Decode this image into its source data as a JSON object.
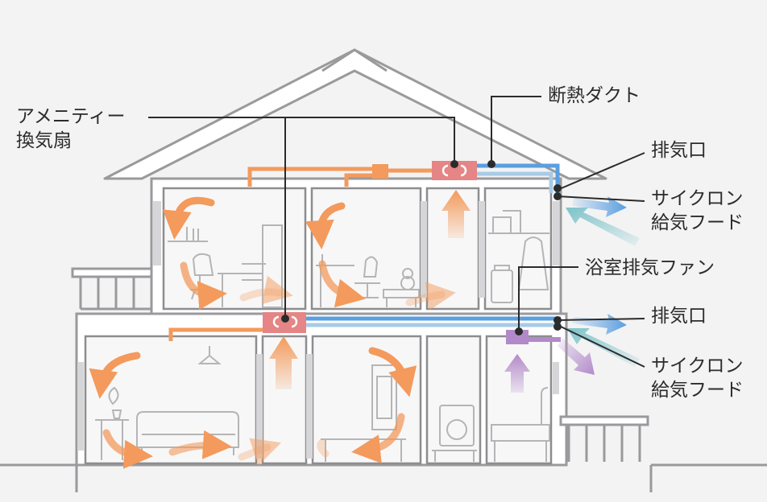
{
  "labels": {
    "amenity_fan": [
      "アメニティー",
      "換気扇"
    ],
    "insulated_duct": "断熱ダクト",
    "exhaust_port_upper": "排気口",
    "cyclone_hood_upper": [
      "サイクロン",
      "給気フード"
    ],
    "bathroom_fan": "浴室排気ファン",
    "exhaust_port_lower": "排気口",
    "cyclone_hood_lower": [
      "サイクロン",
      "給気フード"
    ]
  },
  "colors": {
    "warm_air": "#f39a5c",
    "exhaust_duct": "#5a9fe0",
    "intake_duct": "#a8cbe6",
    "supply_arrow": "#7dc3c9",
    "fan_unit": "#e58585",
    "bath_fan": "#b38ac9",
    "house_outline": "#9a9a9c",
    "house_fill": "#ffffff"
  },
  "icons": [
    "fan-unit-icon",
    "bath-fan-icon",
    "sofa-icon",
    "chair-icon",
    "washer-icon",
    "bathtub-icon",
    "suitcase-icon",
    "teddy-bear-icon"
  ]
}
